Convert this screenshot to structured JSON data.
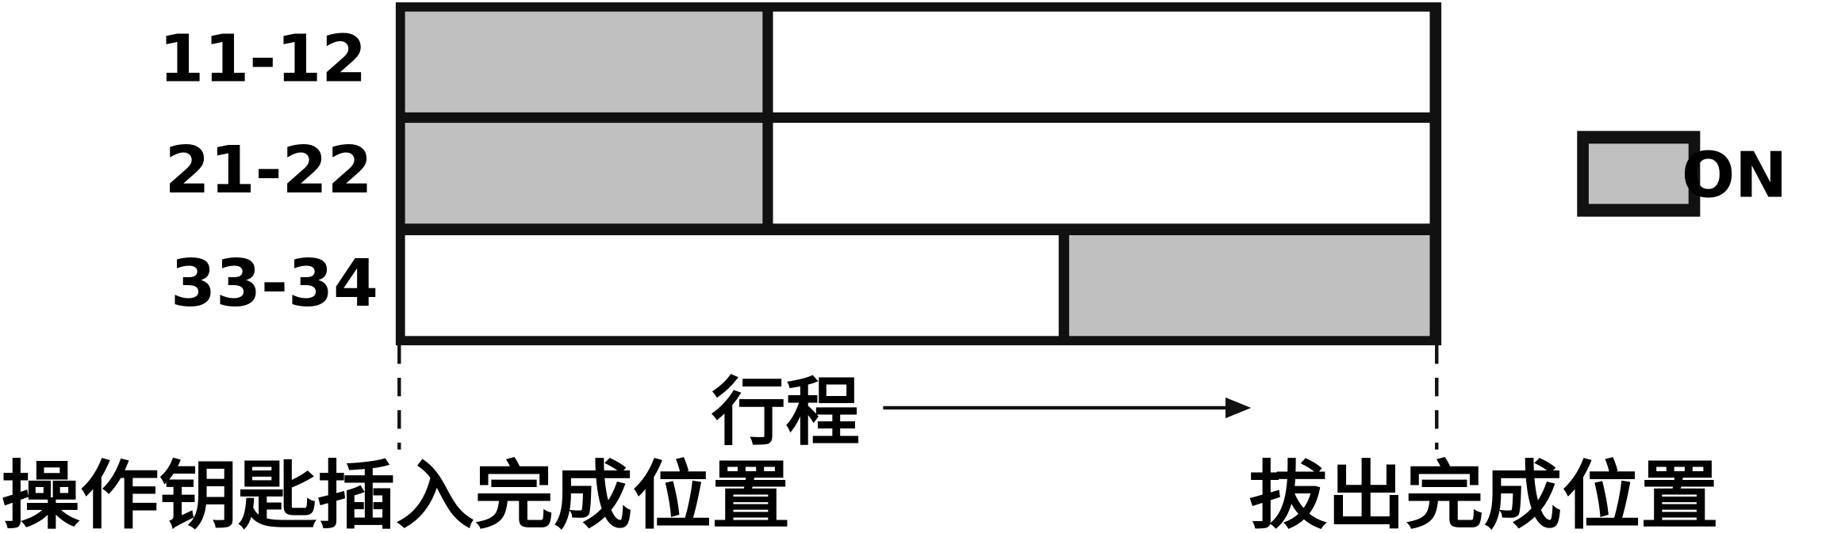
{
  "rows": [
    {
      "label": "11-12",
      "on": [
        0,
        0.354
      ]
    },
    {
      "label": "21-22",
      "on": [
        0,
        0.354
      ]
    },
    {
      "label": "33-34",
      "on": [
        0.643,
        1
      ]
    }
  ],
  "legend": {
    "label": "ON"
  },
  "stroke_label": "行程",
  "start_label": "操作钥匙插入完成位置",
  "end_label": "拔出完成位置",
  "colors": {
    "on_fill": "#c0c0c0",
    "off_fill": "#ffffff",
    "border": "#111111"
  }
}
